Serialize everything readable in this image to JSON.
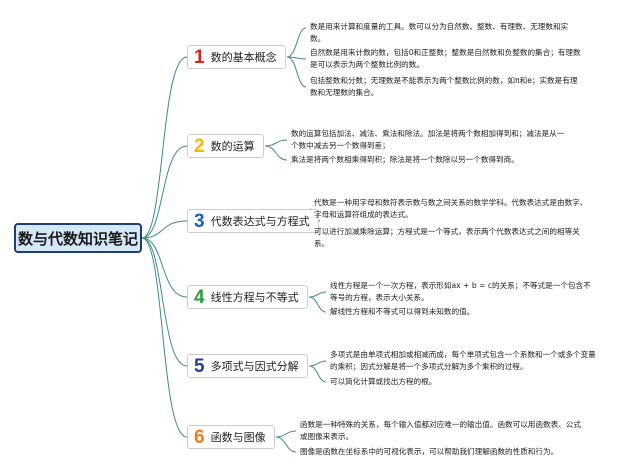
{
  "root": {
    "label": "数与代数知识笔记"
  },
  "topics": [
    {
      "number": "1",
      "title": "数的基本概念",
      "color": "#d9261c",
      "notes": [
        "数是用来计算和度量的工具。数可以分为自然数、整数、有理数、无理数和实数。",
        "自然数是用来计数的数，包括0和正整数；整数是自然数和负整数的集合；有理数是可以表示为两个整数比例的数。",
        "包括整数和分数；无理数是不能表示为两个整数比例的数，如π和e；实数是有理数和无理数的集合。"
      ]
    },
    {
      "number": "2",
      "title": "数的运算",
      "color": "#f2b900",
      "notes": [
        "数的运算包括加法、减法、乘法和除法。加法是将两个数相加得到和；减法是从一个数中减去另一个数得到差；",
        "乘法是将两个数相乘得到积；除法是将一个数除以另一个数得到商。"
      ]
    },
    {
      "number": "3",
      "title": "代数表达式与方程式",
      "color": "#1d5fb4",
      "notes": [
        "代数是一种用字母和数符表示数与数之间关系的数学学科。代数表达式是由数字、字母和运算符组成的表达式。",
        "可以进行加减乘除运算；方程式是一个等式，表示两个代数表达式之间的相等关系。"
      ]
    },
    {
      "number": "4",
      "title": "线性方程与不等式",
      "color": "#2e9a3a",
      "notes": [
        "线性方程是一个一次方程，表示形如ax + b = c的关系；不等式是一个包含不等号的方程，表示大小关系。",
        "解线性方程和不等式可以得到未知数的值。"
      ]
    },
    {
      "number": "5",
      "title": "多项式与因式分解",
      "color": "#2a3f8f",
      "notes": [
        "多项式是由单项式相加或相减而成，每个单项式包含一个系数和一个或多个变量的乘积；因式分解是将一个多项式分解为多个乘积的过程。",
        "可以简化计算或找出方程的根。"
      ]
    },
    {
      "number": "6",
      "title": "函数与图像",
      "color": "#ee7d1a",
      "notes": [
        "函数是一种特殊的关系，每个输入值都对应唯一的输出值。函数可以用函数表、公式或图像来表示。",
        "图像是函数在坐标系中的可视化表示，可以帮助我们理解函数的性质和行为。"
      ]
    }
  ]
}
